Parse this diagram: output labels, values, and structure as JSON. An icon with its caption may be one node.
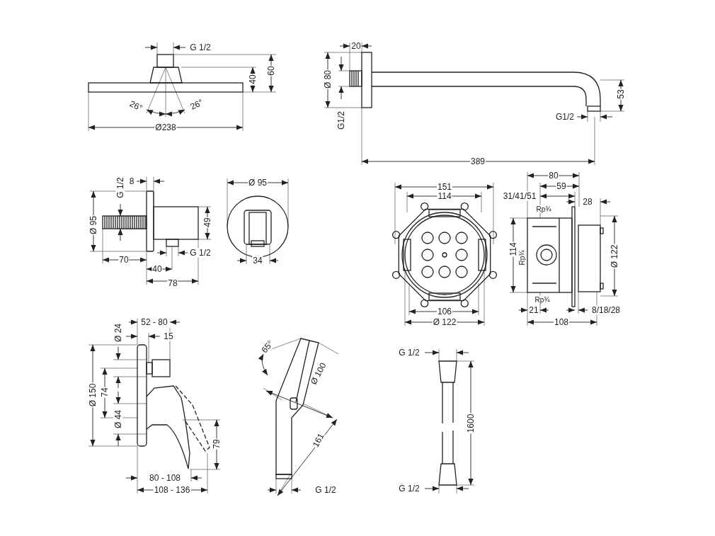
{
  "diagram": {
    "labels": [
      "G 1/2",
      "40",
      "60",
      "26°",
      "26°",
      "Ø238",
      "20",
      "Ø 80",
      "G1/2",
      "53",
      "G1/2",
      "389",
      "8",
      "G 1/2",
      "Ø 95",
      "49",
      "70",
      "40",
      "G 1/2",
      "78",
      "Ø 95",
      "34",
      "151",
      "114",
      "106",
      "Ø 122",
      "80",
      "59",
      "31/41/51",
      "28",
      "Rp¾",
      "114",
      "Rp¾",
      "Rp¾",
      "Ø 122",
      "21",
      "8/18/28",
      "108",
      "52 - 80",
      "Ø 24",
      "15",
      "Ø 150",
      "74",
      "Ø 44",
      "79",
      "80 - 108",
      "108 - 136",
      "65°",
      "Ø 100",
      "161",
      "G 1/2",
      "G 1/2",
      "1600",
      "G 1/2"
    ]
  }
}
